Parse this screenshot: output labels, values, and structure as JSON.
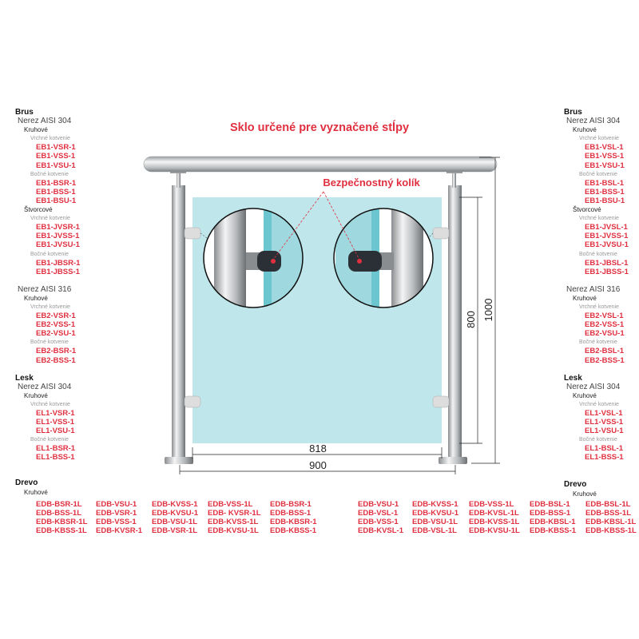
{
  "title": "Sklo určené pre vyznačené stĺpy",
  "callout": "Bezpečnostný kolík",
  "dimensions": {
    "glass_height": "800",
    "total_height": "1000",
    "glass_width": "818",
    "total_width": "900"
  },
  "colors": {
    "accent": "#e03040",
    "glass": "#bfe6ea"
  },
  "left_list": [
    [
      "h1",
      "Brus"
    ],
    [
      "h2",
      "Nerez AISI 304"
    ],
    [
      "h3",
      "Kruhové"
    ],
    [
      "h4",
      "Vrchné kotvenie"
    ],
    [
      "code",
      "EB1-VSR-1"
    ],
    [
      "code",
      "EB1-VSS-1"
    ],
    [
      "code",
      "EB1-VSU-1"
    ],
    [
      "h4",
      "Bočné kotvenie"
    ],
    [
      "code",
      "EB1-BSR-1"
    ],
    [
      "code",
      "EB1-BSS-1"
    ],
    [
      "code",
      "EB1-BSU-1"
    ],
    [
      "h3",
      "Štvorcové"
    ],
    [
      "h4",
      "Vrchné kotvenie"
    ],
    [
      "code",
      "EB1-JVSR-1"
    ],
    [
      "code",
      "EB1-JVSS-1"
    ],
    [
      "code",
      "EB1-JVSU-1"
    ],
    [
      "h4",
      "Bočné kotvenie"
    ],
    [
      "code",
      "EB1-JBSR-1"
    ],
    [
      "code",
      "EB1-JBSS-1"
    ],
    [
      "gap",
      ""
    ],
    [
      "h2",
      "Nerez AISI 316"
    ],
    [
      "h3",
      "Kruhové"
    ],
    [
      "h4",
      "Vrchné kotvenie"
    ],
    [
      "code",
      "EB2-VSR-1"
    ],
    [
      "code",
      "EB2-VSS-1"
    ],
    [
      "code",
      "EB2-VSU-1"
    ],
    [
      "h4",
      "Bočné kotvenie"
    ],
    [
      "code",
      "EB2-BSR-1"
    ],
    [
      "code",
      "EB2-BSS-1"
    ],
    [
      "gap",
      ""
    ],
    [
      "h1",
      "Lesk"
    ],
    [
      "h2",
      "Nerez AISI 304"
    ],
    [
      "h3",
      "Kruhové"
    ],
    [
      "h4",
      "Vrchné kotvenie"
    ],
    [
      "code",
      "EL1-VSR-1"
    ],
    [
      "code",
      "EL1-VSS-1"
    ],
    [
      "code",
      "EL1-VSU-1"
    ],
    [
      "h4",
      "Bočné kotvenie"
    ],
    [
      "code",
      "EL1-BSR-1"
    ],
    [
      "code",
      "EL1-BSS-1"
    ]
  ],
  "right_list": [
    [
      "h1",
      "Brus"
    ],
    [
      "h2",
      "Nerez AISI 304"
    ],
    [
      "h3",
      "Kruhové"
    ],
    [
      "h4",
      "Vrchné kotvenie"
    ],
    [
      "code",
      "EB1-VSL-1"
    ],
    [
      "code",
      "EB1-VSS-1"
    ],
    [
      "code",
      "EB1-VSU-1"
    ],
    [
      "h4",
      "Bočné kotvenie"
    ],
    [
      "code",
      "EB1-BSL-1"
    ],
    [
      "code",
      "EB1-BSS-1"
    ],
    [
      "code",
      "EB1-BSU-1"
    ],
    [
      "h3",
      "Štvorcové"
    ],
    [
      "h4",
      "Vrchné kotvenie"
    ],
    [
      "code",
      "EB1-JVSL-1"
    ],
    [
      "code",
      "EB1-JVSS-1"
    ],
    [
      "code",
      "EB1-JVSU-1"
    ],
    [
      "h4",
      "Bočné kotvenie"
    ],
    [
      "code",
      "EB1-JBSL-1"
    ],
    [
      "code",
      "EB1-JBSS-1"
    ],
    [
      "gap",
      ""
    ],
    [
      "h2",
      "Nerez AISI 316"
    ],
    [
      "h3",
      "Kruhové"
    ],
    [
      "h4",
      "Vrchné kotvenie"
    ],
    [
      "code",
      "EB2-VSL-1"
    ],
    [
      "code",
      "EB2-VSS-1"
    ],
    [
      "code",
      "EB2-VSU-1"
    ],
    [
      "h4",
      "Bočné kotvenie"
    ],
    [
      "code",
      "EB2-BSL-1"
    ],
    [
      "code",
      "EB2-BSS-1"
    ],
    [
      "gap",
      ""
    ],
    [
      "h1",
      "Lesk"
    ],
    [
      "h2",
      "Nerez AISI 304"
    ],
    [
      "h3",
      "Kruhové"
    ],
    [
      "h4",
      "Vrchné kotvenie"
    ],
    [
      "code",
      "EL1-VSL-1"
    ],
    [
      "code",
      "EL1-VSS-1"
    ],
    [
      "code",
      "EL1-VSU-1"
    ],
    [
      "h4",
      "Bočné kotvenie"
    ],
    [
      "code",
      "EL1-BSL-1"
    ],
    [
      "code",
      "EL1-BSS-1"
    ]
  ],
  "wood_left": {
    "heading": "Drevo",
    "sub": "Kruhové",
    "columns": [
      [
        "EDB-BSR-1L",
        "EDB-BSS-1L",
        "EDB-KBSR-1L",
        "EDB-KBSS-1L"
      ],
      [
        "EDB-VSU-1",
        "EDB-VSR-1",
        "EDB-VSS-1",
        "EDB-KVSR-1"
      ],
      [
        "EDB-KVSS-1",
        "EDB-KVSU-1",
        "EDB-VSU-1L",
        "EDB-VSR-1L"
      ],
      [
        "EDB-VSS-1L",
        "EDB- KVSR-1L",
        "EDB-KVSS-1L",
        "EDB-KVSU-1L"
      ],
      [
        "EDB-BSR-1",
        "EDB-BSS-1",
        "EDB-KBSR-1",
        "EDB-KBSS-1"
      ]
    ]
  },
  "wood_right": {
    "heading": "Drevo",
    "sub": "Kruhové",
    "columns": [
      [
        "EDB-VSU-1",
        "EDB-VSL-1",
        "EDB-VSS-1",
        "EDB-KVSL-1"
      ],
      [
        "EDB-KVSS-1",
        "EDB-KVSU-1",
        "EDB-VSU-1L",
        "EDB-VSL-1L"
      ],
      [
        "EDB-VSS-1L",
        "EDB-KVSL-1L",
        "EDB-KVSS-1L",
        "EDB-KVSU-1L"
      ],
      [
        "EDB-BSL-1",
        "EDB-BSS-1",
        "EDB-KBSL-1",
        "EDB-KBSS-1"
      ],
      [
        "EDB-BSL-1L",
        "EDB-BSS-1L",
        "EDB-KBSL-1L",
        "EDB-KBSS-1L"
      ]
    ]
  }
}
